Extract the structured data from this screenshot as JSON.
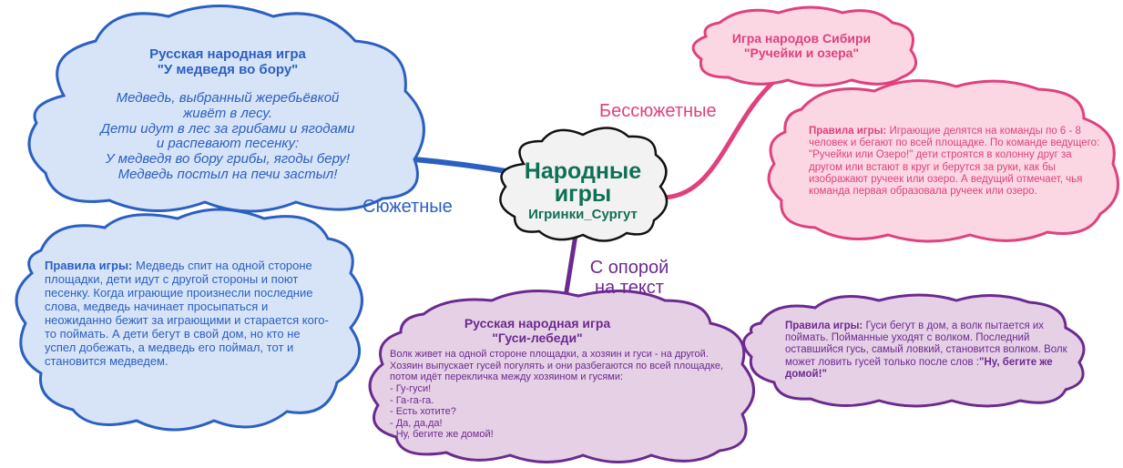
{
  "colors": {
    "blue": "#2b5fc1",
    "pink": "#e0407e",
    "purple": "#6b2a8f",
    "green": "#107055",
    "blue_fill": "#d7e4f7",
    "pink_fill": "#fbd7e3",
    "purple_fill": "#e6d0e6",
    "center_fill": "#f2f2f2"
  },
  "center": {
    "title": "Народные игры",
    "subtitle": "Игринки_Сургут"
  },
  "branches": {
    "left": "Сюжетные",
    "right": "Бессюжетные",
    "bottom_line1": "С опорой",
    "bottom_line2": "на текст"
  },
  "bear_game": {
    "title_line1": "Русская народная игра",
    "title_line2": "\"У медведя во бору\"",
    "description": [
      "Медведь, выбранный жеребьёвкой",
      "живёт в лесу.",
      "Дети идут в лес за грибами и ягодами",
      "и распевают песенку:",
      "У медведя во бору грибы, ягоды беру!",
      "Медведь постыл на печи застыл!"
    ],
    "rules_label": "Правила игры:",
    "rules_text": " Медведь спит на одной стороне площадки, дети идут с другой стороны и поют песенку. Когда играющие произнесли последние слова, медведь начинает просыпаться и неожиданно бежит за играющими и старается кого-то поймать. А дети бегут в свой дом, но кто не успел добежать, а медведь его поймал, тот и становится медведем."
  },
  "siberia_game": {
    "title_line1": "Игра народов Сибири",
    "title_line2": "\"Ручейки и озера\"",
    "rules_label": "Правила игры:",
    "rules_text": " Играющие делятся на команды  по 6 - 8 человек и бегают по всей площадке. По команде ведущего: \"Ручейки или Озеро!\"  дети строятся в колонну друг за другом или встают в круг и берутся за руки, как бы изображают ручеек или озеро. А ведущий отмечает, чья команда первая образовала ручеек или озеро."
  },
  "geese_game": {
    "title_line1": "Русская народная игра",
    "title_line2": "\"Гуси-лебеди\"",
    "intro": "Волк живет на одной стороне площадки, а хозяин и гуси - на другой. Хозяин выпускает гусей погулять и они разбегаются по всей площадке, потом идёт перекличка между хозяином и гусями:",
    "dialogue": [
      "- Гу-гуси!",
      "- Га-га-га.",
      "- Есть хотите?",
      "- Да, да,да!",
      "- Ну, бегите же домой!"
    ],
    "rules_label": "Правила игры:",
    "rules_text": " Гуси бегут в дом, а волк пытается их поймать. Пойманные уходят с волком. Последний оставшийся гусь, самый ловкий, становится волком. Волк может ловить гусей только после слов :",
    "rules_quote": "\"Ну, бегите же домой!\""
  }
}
